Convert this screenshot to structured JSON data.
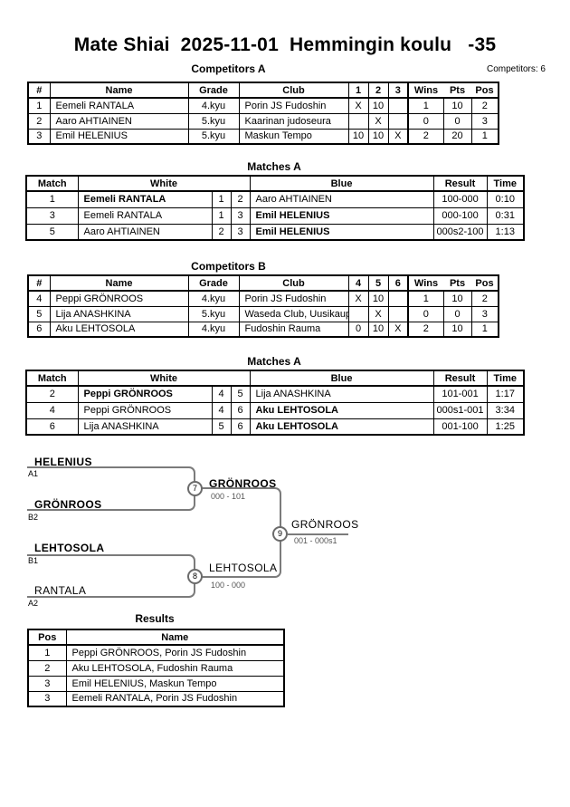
{
  "header": {
    "title": "Mate Shiai  2025-11-01  Hemmingin koulu   -35",
    "competitors_count": "Competitors: 6"
  },
  "colors": {
    "table_border": "#000000",
    "bracket_line": "#7b7b7b",
    "score_text": "#555555"
  },
  "pools": {
    "a": {
      "heading": "Competitors A",
      "columns": [
        "#",
        "Name",
        "Grade",
        "Club",
        "1",
        "2",
        "3",
        "Wins",
        "Pts",
        "Pos"
      ],
      "rows": [
        {
          "num": "1",
          "name": "Eemeli RANTALA",
          "grade": "4.kyu",
          "club": "Porin JS Fudoshin",
          "c1": "X",
          "c2": "10",
          "c3": "",
          "wins": "1",
          "pts": "10",
          "pos": "2"
        },
        {
          "num": "2",
          "name": "Aaro AHTIAINEN",
          "grade": "5.kyu",
          "club": "Kaarinan judoseura",
          "c1": "",
          "c2": "X",
          "c3": "",
          "wins": "0",
          "pts": "0",
          "pos": "3"
        },
        {
          "num": "3",
          "name": "Emil HELENIUS",
          "grade": "5.kyu",
          "club": "Maskun Tempo",
          "c1": "10",
          "c2": "10",
          "c3": "X",
          "wins": "2",
          "pts": "20",
          "pos": "1"
        }
      ]
    },
    "b": {
      "heading": "Competitors B",
      "columns": [
        "#",
        "Name",
        "Grade",
        "Club",
        "4",
        "5",
        "6",
        "Wins",
        "Pts",
        "Pos"
      ],
      "rows": [
        {
          "num": "4",
          "name": "Peppi GRÖNROOS",
          "grade": "4.kyu",
          "club": "Porin JS Fudoshin",
          "c1": "X",
          "c2": "10",
          "c3": "",
          "wins": "1",
          "pts": "10",
          "pos": "2"
        },
        {
          "num": "5",
          "name": "Lija ANASHKINA",
          "grade": "5.kyu",
          "club": "Waseda Club, Uusikaupunki",
          "c1": "",
          "c2": "X",
          "c3": "",
          "wins": "0",
          "pts": "0",
          "pos": "3"
        },
        {
          "num": "6",
          "name": "Aku LEHTOSOLA",
          "grade": "4.kyu",
          "club": "Fudoshin Rauma",
          "c1": "0",
          "c2": "10",
          "c3": "X",
          "wins": "2",
          "pts": "10",
          "pos": "1"
        }
      ]
    }
  },
  "matches": {
    "a": {
      "heading": "Matches A",
      "columns": {
        "match": "Match",
        "white": "White",
        "blue": "Blue",
        "result": "Result",
        "time": "Time"
      },
      "rows": [
        {
          "match": "1",
          "white": "Eemeli RANTALA",
          "wnum": "1",
          "bnum": "2",
          "blue": "Aaro AHTIAINEN",
          "result": "100-000",
          "time": "0:10"
        },
        {
          "match": "3",
          "white": "Eemeli RANTALA",
          "wnum": "1",
          "bnum": "3",
          "blue": "Emil HELENIUS",
          "result": "000-100",
          "time": "0:31"
        },
        {
          "match": "5",
          "white": "Aaro AHTIAINEN",
          "wnum": "2",
          "bnum": "3",
          "blue": "Emil HELENIUS",
          "result": "000s2-100",
          "time": "1:13"
        }
      ]
    },
    "b": {
      "heading": "Matches A",
      "columns": {
        "match": "Match",
        "white": "White",
        "blue": "Blue",
        "result": "Result",
        "time": "Time"
      },
      "rows": [
        {
          "match": "2",
          "white": "Peppi GRÖNROOS",
          "wnum": "4",
          "bnum": "5",
          "blue": "Lija ANASHKINA",
          "result": "101-001",
          "time": "1:17"
        },
        {
          "match": "4",
          "white": "Peppi GRÖNROOS",
          "wnum": "4",
          "bnum": "6",
          "blue": "Aku LEHTOSOLA",
          "result": "000s1-001",
          "time": "3:34"
        },
        {
          "match": "6",
          "white": "Lija ANASHKINA",
          "wnum": "5",
          "bnum": "6",
          "blue": "Aku LEHTOSOLA",
          "result": "001-100",
          "time": "1:25"
        }
      ]
    }
  },
  "bracket": {
    "semi1": {
      "top_name": "HELENIUS",
      "top_seed": "A1",
      "bottom_name": "GRÖNROOS",
      "bottom_seed": "B2",
      "match_no": "7",
      "winner": "GRÖNROOS",
      "score": "000 - 101"
    },
    "semi2": {
      "top_name": "LEHTOSOLA",
      "top_seed": "B1",
      "bottom_name": "RANTALA",
      "bottom_seed": "A2",
      "match_no": "8",
      "winner": "LEHTOSOLA",
      "score": "100 - 000"
    },
    "final": {
      "match_no": "9",
      "winner": "GRÖNROOS",
      "score": "001 - 000s1"
    }
  },
  "results": {
    "heading": "Results",
    "columns": {
      "pos": "Pos",
      "name": "Name"
    },
    "rows": [
      {
        "pos": "1",
        "name": "Peppi GRÖNROOS, Porin JS Fudoshin"
      },
      {
        "pos": "2",
        "name": "Aku LEHTOSOLA, Fudoshin Rauma"
      },
      {
        "pos": "3",
        "name": "Emil HELENIUS, Maskun Tempo"
      },
      {
        "pos": "3",
        "name": "Eemeli RANTALA, Porin JS Fudoshin"
      }
    ]
  }
}
